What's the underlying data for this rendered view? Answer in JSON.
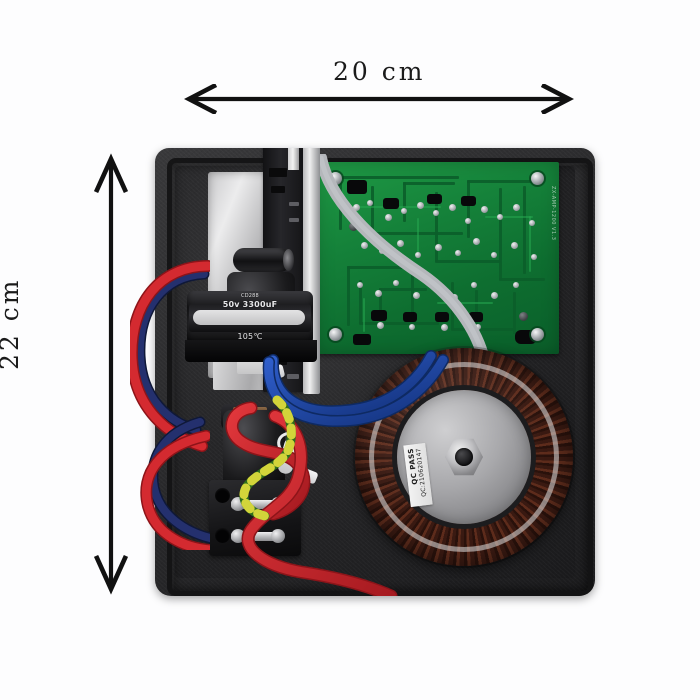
{
  "image": {
    "subject": "toroidal-transformer power supply amplifier board in black metal enclosure, top-down view with dimension callouts",
    "background_color": "#fdfdfe"
  },
  "annotations": {
    "width": {
      "label": "20 cm",
      "icon": "double-headed-horizontal-arrow",
      "color": "#1b1b1b"
    },
    "height": {
      "label": "22 cm",
      "icon": "double-headed-vertical-arrow",
      "color": "#1b1b1b",
      "rotation_deg": -90
    }
  },
  "device": {
    "enclosure_color": "#262628",
    "components": {
      "heatsink": {
        "name": "aluminium-heatsink-plate",
        "color": "#cdcdcf"
      },
      "driver_board": {
        "name": "vertical-driver-board",
        "color": "#141416"
      },
      "main_pcb": {
        "name": "main-green-pcb",
        "color": "#15823a"
      },
      "ribbon_cable": {
        "name": "grey-ribbon-cable",
        "color": "#d8d9db"
      },
      "toroid": {
        "name": "toroidal-transformer",
        "winding_color": "#4a2114",
        "core_cover_color": "#a8a8ab"
      },
      "terminal_block": {
        "name": "screw-terminal-block",
        "color": "#141416"
      },
      "relay_drum": {
        "name": "black-cylindrical-relay",
        "color": "#1b1b1d"
      }
    },
    "capacitor": {
      "name": "main-filter-capacitor",
      "series": "CD288",
      "rating": "50v 3300uF",
      "temperature": "105℃"
    },
    "qc_sticker": {
      "title": "QC PASS",
      "code": "QC:210620147"
    },
    "pcb_silkscreen_edge": "ZX-AMP-1200 V1.3",
    "wires": [
      {
        "name": "red-wire-pair",
        "color": "#c8262a"
      },
      {
        "name": "navy-wire-pair",
        "color": "#1c2a63"
      },
      {
        "name": "blue-transformer-wire",
        "color": "#1b43a8"
      },
      {
        "name": "green-yellow-earth-wire",
        "color": "#4e9b2a"
      }
    ]
  }
}
